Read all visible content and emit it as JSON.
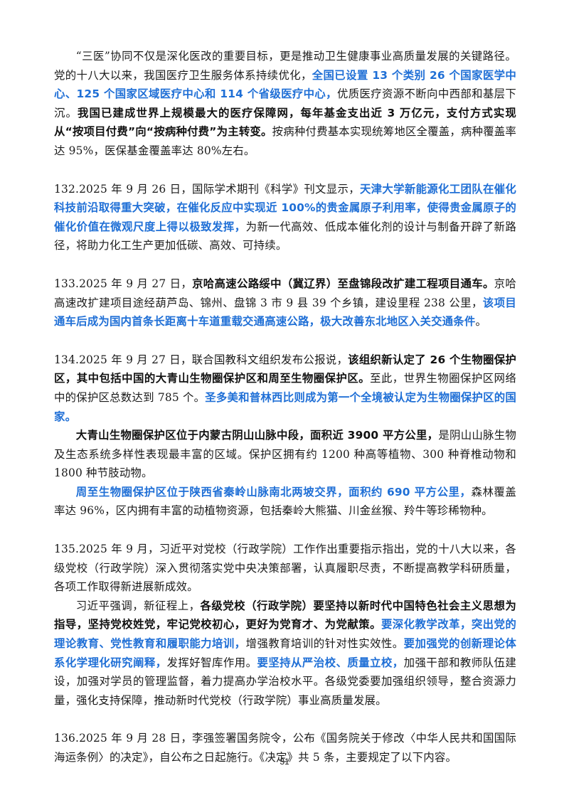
{
  "blocks": [
    {
      "name": "para-sanyi",
      "indent": true,
      "gap": false,
      "segments": [
        {
          "t": "n",
          "text": "“三医”协同不仅是深化医改的重要目标，更是推动卫生健康事业高质量发展的关键路径。党的十八大以来，我国医疗卫生服务体系持续优化，"
        },
        {
          "t": "b",
          "text": "全国已设置 13 个类别 26 个国家医学中心、125 个国家区域医疗中心和 114 个省级医疗中心，"
        },
        {
          "t": "n",
          "text": "优质医疗资源不断向中西部和基层下沉。"
        },
        {
          "t": "k",
          "text": "我国已建成世界上规模最大的医疗保障网，每年基金支出近 3 万亿元，支付方式实现从“按项目付费”向“按病种付费”为主转变。"
        },
        {
          "t": "n",
          "text": "按病种付费基本实现统筹地区全覆盖，病种覆盖率达 95%，医保基金覆盖率达 80%左右。"
        }
      ]
    },
    {
      "name": "item-132",
      "indent": false,
      "gap": true,
      "segments": [
        {
          "t": "n",
          "text": "132.2025 年 9 月 26 日，国际学术期刊《科学》刊文显示，"
        },
        {
          "t": "b",
          "text": "天津大学新能源化工团队在催化科技前沿取得重大突破，在催化反应中实现近 100%的贵金属原子利用率，使得贵金属原子的催化价值在微观尺度上得以极致发挥，"
        },
        {
          "t": "n",
          "text": "为新一代高效、低成本催化剂的设计与制备开辟了新路径，将助力化工生产更加低碳、高效、可持续。"
        }
      ]
    },
    {
      "name": "item-133",
      "indent": false,
      "gap": true,
      "segments": [
        {
          "t": "n",
          "text": "133.2025 年 9 月 27 日，"
        },
        {
          "t": "k",
          "text": "京哈高速公路绥中（冀辽界）至盘锦段改扩建工程项目通车。"
        },
        {
          "t": "n",
          "text": "京哈高速改扩建项目途经葫芦岛、锦州、盘锦 3 市 9 县 39 个乡镇，建设里程 238 公里，"
        },
        {
          "t": "b",
          "text": "该项目通车后成为国内首条长距离十车道重载交通高速公路，极大改善东北地区入关交通条件"
        },
        {
          "t": "n",
          "text": "。"
        }
      ]
    },
    {
      "name": "item-134",
      "indent": false,
      "gap": true,
      "segments": [
        {
          "t": "n",
          "text": "134.2025 年 9 月 27 日，联合国教科文组织发布公报说，"
        },
        {
          "t": "k",
          "text": "该组织新认定了 26 个生物圈保护区，其中包括中国的大青山生物圈保护区和周至生物圈保护区。"
        },
        {
          "t": "n",
          "text": "至此，世界生物圈保护区网络中的保护区总数达到 785 个。"
        },
        {
          "t": "b",
          "text": "圣多美和普林西比则成为第一个全境被认定为生物圈保护区的国家。"
        }
      ]
    },
    {
      "name": "para-daqingshan",
      "indent": true,
      "gap": false,
      "segments": [
        {
          "t": "k",
          "text": "大青山生物圈保护区位于内蒙古阴山山脉中段，面积近 3900 平方公里，"
        },
        {
          "t": "n",
          "text": "是阴山山脉生物及生态系统多样性表现最丰富的区域。保护区拥有约 1200 种高等植物、300 种脊椎动物和 1800 种节肢动物。"
        }
      ]
    },
    {
      "name": "para-zhouzhi",
      "indent": true,
      "gap": false,
      "segments": [
        {
          "t": "b",
          "text": "周至生物圈保护区位于陕西省秦岭山脉南北两坡交界，面积约 690 平方公里，"
        },
        {
          "t": "n",
          "text": "森林覆盖率达 96%，区内拥有丰富的动植物资源，包括秦岭大熊猫、川金丝猴、羚牛等珍稀物种。"
        }
      ]
    },
    {
      "name": "item-135",
      "indent": false,
      "gap": true,
      "segments": [
        {
          "t": "n",
          "text": "135.2025 年 9 月，习近平对党校（行政学院）工作作出重要指示指出，党的十八大以来，各级党校（行政学院）深入贯彻落实党中央决策部署，认真履职尽责，不断提高教学科研质量，各项工作取得新进展新成效。"
        }
      ]
    },
    {
      "name": "para-xi-qiangdiao",
      "indent": true,
      "gap": false,
      "segments": [
        {
          "t": "n",
          "text": "习近平强调，新征程上，"
        },
        {
          "t": "k",
          "text": "各级党校（行政学院）要坚持以新时代中国特色社会主义思想为指导，坚持党校姓党，牢记党校初心，更好为党育才、为党献策。"
        },
        {
          "t": "b",
          "text": "要深化教学改革，突出党的理论教育、党性教育和履职能力培训，"
        },
        {
          "t": "n",
          "text": "增强教育培训的针对性实效性。"
        },
        {
          "t": "b",
          "text": "要加强党的创新理论体系化学理化研究阐释，"
        },
        {
          "t": "n",
          "text": "发挥好智库作用。"
        },
        {
          "t": "b",
          "text": "要坚持从严治校、质量立校，"
        },
        {
          "t": "n",
          "text": "加强干部和教师队伍建设，加强对学员的管理监督，着力提高办学治校水平。各级党委要加强组织领导，整合资源力量，强化支持保障，推动新时代党校（行政学院）事业高质量发展。"
        }
      ]
    },
    {
      "name": "item-136",
      "indent": false,
      "gap": true,
      "segments": [
        {
          "t": "n",
          "text": "136.2025 年 9 月 28 日，李强签署国务院令，公布《国务院关于修改〈中华人民共和国国际海运条例〉的决定》，自公布之日起施行。《决定》共 5 条，主要规定了以下内容。"
        }
      ]
    }
  ],
  "page_number": "31",
  "colors": {
    "highlight_blue": "#1f6fd6",
    "text": "#1a1a1a"
  }
}
